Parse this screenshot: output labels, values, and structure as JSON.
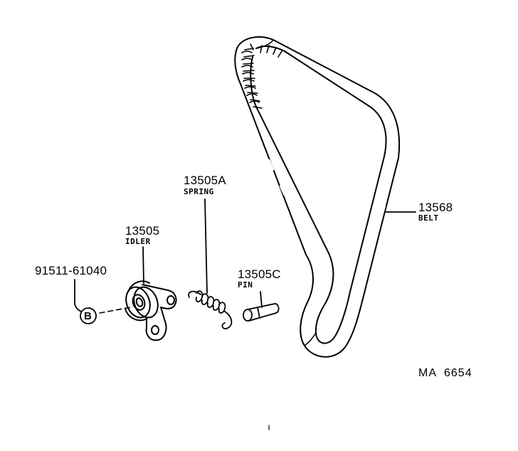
{
  "parts": {
    "belt": {
      "number": "13568",
      "name": "BELT"
    },
    "spring": {
      "number": "13505A",
      "name": "SPRING"
    },
    "idler": {
      "number": "13505",
      "name": "IDLER"
    },
    "pin": {
      "number": "13505C",
      "name": "PIN"
    },
    "bolt": {
      "number": "91511-61040",
      "ref": "B"
    }
  },
  "diagram_code": "MA  6654",
  "colors": {
    "ink": "#000000",
    "paper": "#ffffff"
  }
}
